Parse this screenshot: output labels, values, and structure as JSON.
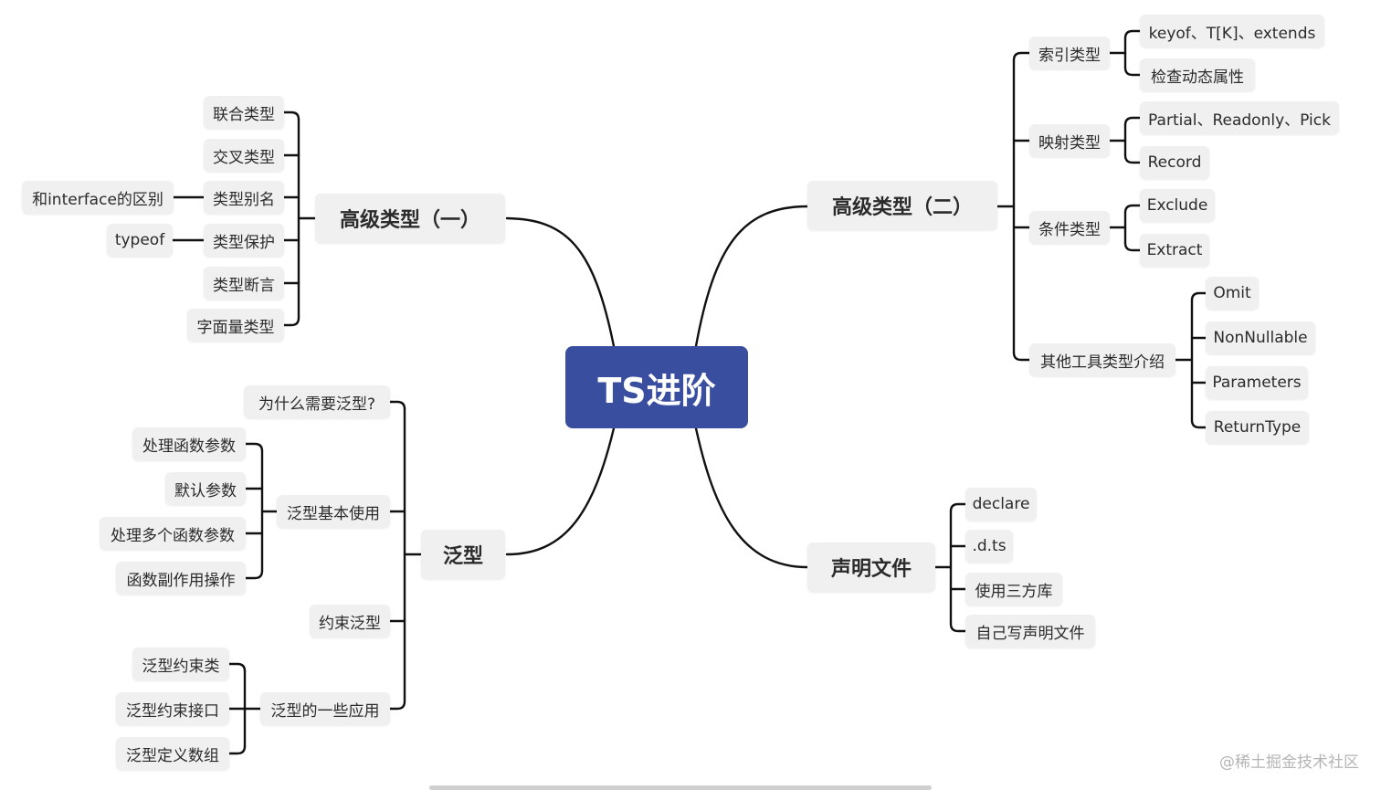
{
  "root": "TS进阶",
  "branches": {
    "adv1": {
      "label": "高级类型（一）",
      "children": [
        "联合类型",
        "交叉类型",
        "类型别名",
        "类型保护",
        "类型断言",
        "字面量类型"
      ],
      "alias_note": "和interface的区别",
      "guard_note": "typeof"
    },
    "adv2": {
      "label": "高级类型（二）",
      "index": {
        "label": "索引类型",
        "children": [
          "keyof、T[K]、extends",
          "检查动态属性"
        ]
      },
      "mapped": {
        "label": "映射类型",
        "children": [
          "Partial、Readonly、Pick",
          "Record"
        ]
      },
      "conditional": {
        "label": "条件类型",
        "children": [
          "Exclude",
          "Extract"
        ]
      },
      "utilities": {
        "label": "其他工具类型介绍",
        "children": [
          "Omit",
          "NonNullable",
          "Parameters",
          "ReturnType"
        ]
      }
    },
    "generics": {
      "label": "泛型",
      "why": "为什么需要泛型?",
      "basic": {
        "label": "泛型基本使用",
        "children": [
          "处理函数参数",
          "默认参数",
          "处理多个函数参数",
          "函数副作用操作"
        ]
      },
      "constraint": "约束泛型",
      "apps": {
        "label": "泛型的一些应用",
        "children": [
          "泛型约束类",
          "泛型约束接口",
          "泛型定义数组"
        ]
      }
    },
    "decl": {
      "label": "声明文件",
      "children": [
        "declare",
        ".d.ts",
        "使用三方库",
        "自己写声明文件"
      ]
    }
  },
  "watermark": "@稀土掘金技术社区",
  "colors": {
    "root_bg": "#3a4ea0",
    "node_bg": "#f0f0f0",
    "line": "#111111"
  }
}
